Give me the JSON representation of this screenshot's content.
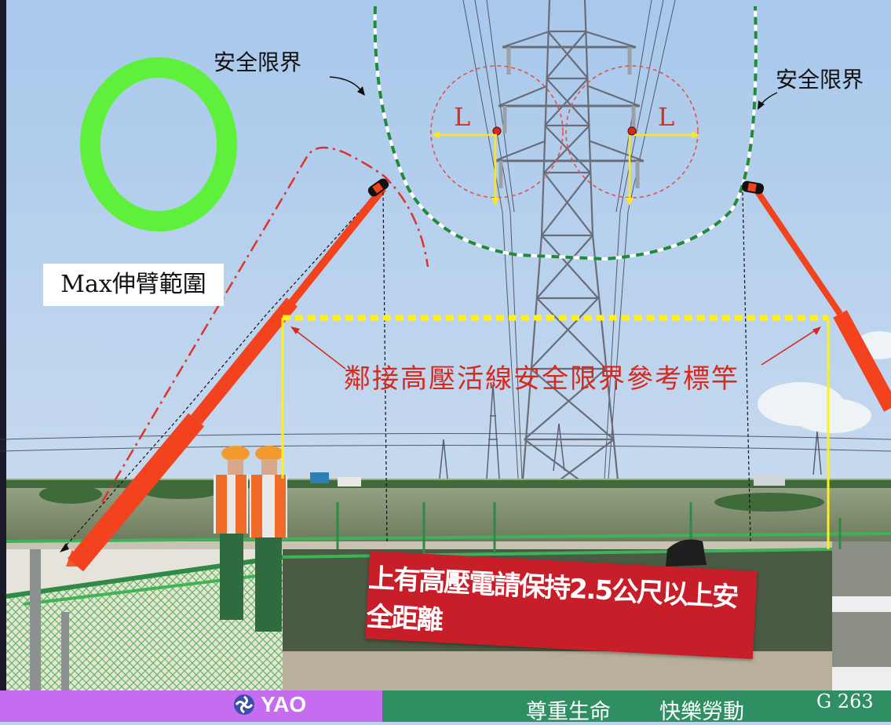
{
  "labels": {
    "safety_limit_left": "安全限界",
    "safety_limit_right": "安全限界",
    "clearance_left": "L",
    "clearance_right": "L",
    "max_reach": "Max伸臂範圍",
    "reference_pole": "鄰接高壓活線安全限界參考標竿"
  },
  "banner": {
    "text": "上有高壓電請保持2.5公尺以上安全距離"
  },
  "footer": {
    "logo_text": "YAO",
    "slogan_1": "尊重生命",
    "slogan_2": "快樂勞動",
    "slide_number": "G 263"
  },
  "colors": {
    "sky": "#b9d2ee",
    "boom": "#f2421e",
    "safety_boundary": "#1f8a3a",
    "reference_pole": "#ffef1a",
    "annotation_red": "#d62a1e",
    "ring": "#5ff03c",
    "footer_left": "#c66cf0",
    "footer_right": "#2f8f62"
  },
  "icons": {
    "logo": "yao-logo-icon"
  }
}
